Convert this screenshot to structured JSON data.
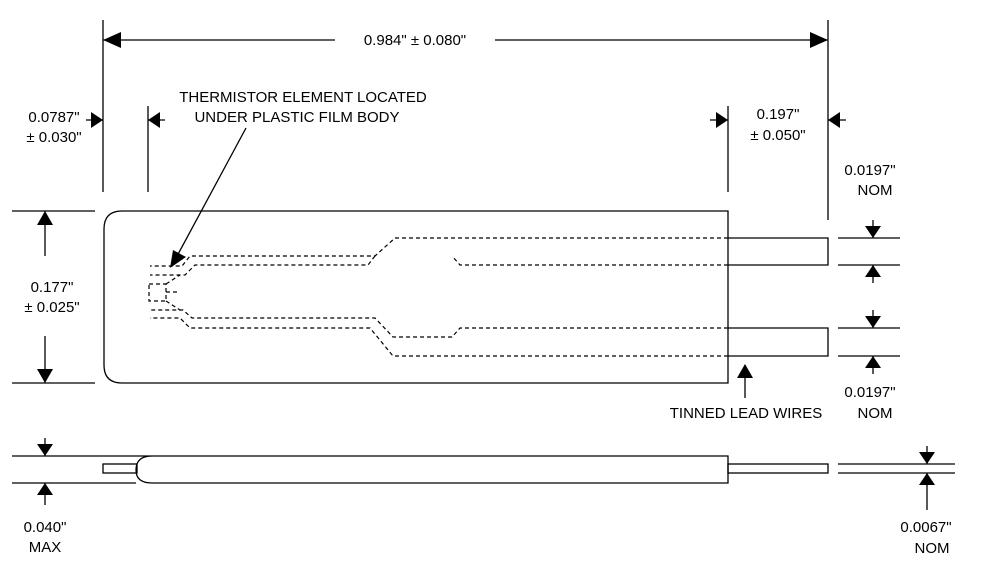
{
  "dimensions": {
    "overall_length": "0.984\" ± 0.080\"",
    "left_offset_line1": "0.0787\"",
    "left_offset_line2": "± 0.030\"",
    "lead_length_line1": "0.197\"",
    "lead_length_line2": "± 0.050\"",
    "body_width_line1": "0.177\"",
    "body_width_line2": "± 0.025\"",
    "top_lead_width_line1": "0.0197\"",
    "top_lead_width_line2": "NOM",
    "bottom_lead_width_line1": "0.0197\"",
    "bottom_lead_width_line2": "NOM",
    "thickness_line1": "0.040\"",
    "thickness_line2": "MAX",
    "lead_thickness_line1": "0.0067\"",
    "lead_thickness_line2": "NOM"
  },
  "notes": {
    "thermistor_line1": "THERMISTOR ELEMENT LOCATED",
    "thermistor_line2": "UNDER PLASTIC FILM BODY",
    "lead_wires": "TINNED LEAD WIRES"
  },
  "colors": {
    "ink": "#000000",
    "paper": "#ffffff"
  }
}
